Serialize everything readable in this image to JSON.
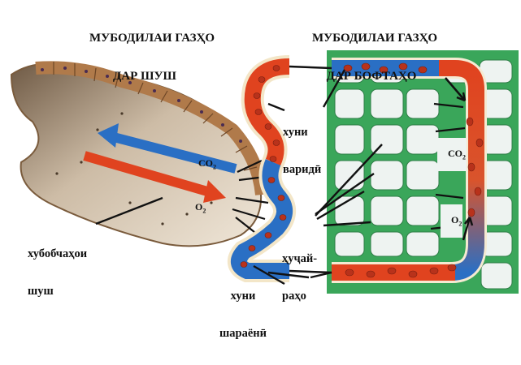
{
  "titles": {
    "lung": {
      "line1": "МУБОДИЛАИ ГАЗҲО",
      "line2": "ДАР ШУШ"
    },
    "tissue": {
      "line1": "МУБОДИЛАИ ГАЗҲО",
      "line2": "ДАР БОФТАҲО"
    }
  },
  "labels": {
    "venous_blood": {
      "line1": "хуни",
      "line2": "варидӣ"
    },
    "alveoli": {
      "line1": "хубобчаҳои",
      "line2": "шуш"
    },
    "cells": {
      "line1": "ҳуҷай-",
      "line2": "раҳо"
    },
    "arterial_blood": {
      "line1": "хуни",
      "line2": "шараёнӣ"
    }
  },
  "chem": {
    "co2_lung": {
      "base": "CO",
      "sub": "2"
    },
    "o2_lung": {
      "base": "O",
      "sub": "2"
    },
    "co2_tissue": {
      "base": "CO",
      "sub": "2"
    },
    "o2_tissue": {
      "base": "O",
      "sub": "2"
    }
  },
  "colors": {
    "venous": "#2a6fc4",
    "arterial": "#e0431f",
    "tissue_green": "#3aa65a",
    "cell_white": "#eef3f1",
    "alveolus": "#c9b9a4",
    "epithelium": "#b07a4a"
  }
}
